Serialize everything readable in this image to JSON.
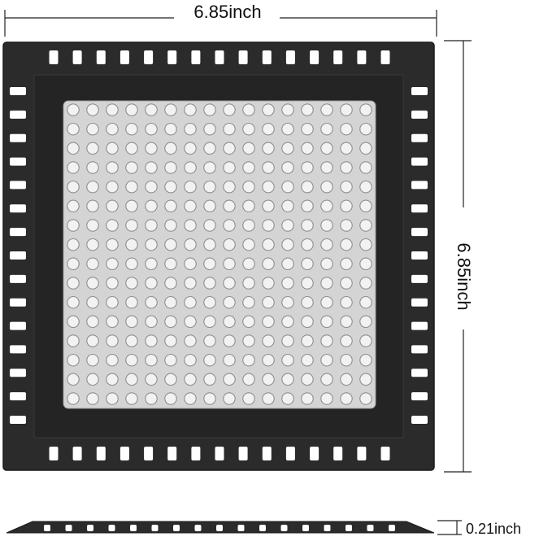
{
  "dimensions": {
    "width_label": "6.85inch",
    "height_label": "6.85inch",
    "thickness_label": "0.21inch"
  },
  "colors": {
    "frame": "#2b2b2b",
    "frame_edge": "#1a1a1a",
    "mesh": "#c8c8c8",
    "hole": "#f2f2f2",
    "slot": "#ffffff",
    "line": "#222222"
  },
  "mesh": {
    "rows": 16,
    "cols": 16
  },
  "slots": {
    "per_side": 15
  }
}
